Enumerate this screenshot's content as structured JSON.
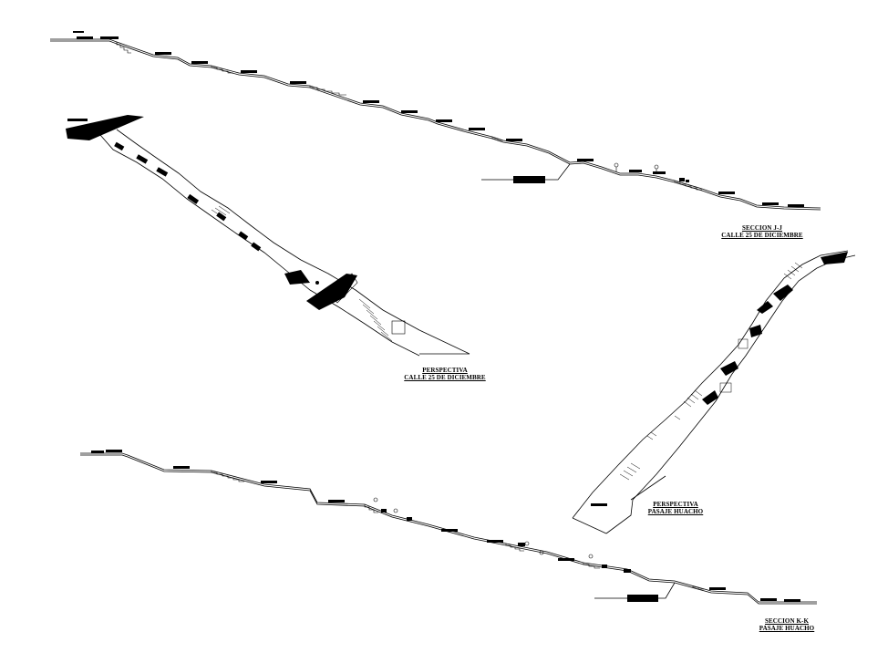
{
  "drawing": {
    "line_color": "#000000",
    "fill_color": "#000000",
    "background": "#ffffff"
  },
  "captions": {
    "section_jj": {
      "line1": "SECCION J-J",
      "line2": "CALLE 25 DE DICIEMBRE"
    },
    "perspective_calle": {
      "line1": "PERSPECTIVA",
      "line2": "CALLE 25 DE DICIEMBRE"
    },
    "perspective_pasaje": {
      "line1": "PERSPECTIVA",
      "line2": "PASAJE HUACHO"
    },
    "section_kk": {
      "line1": "SECCION K-K",
      "line2": "PASAJE HUACHO"
    }
  }
}
